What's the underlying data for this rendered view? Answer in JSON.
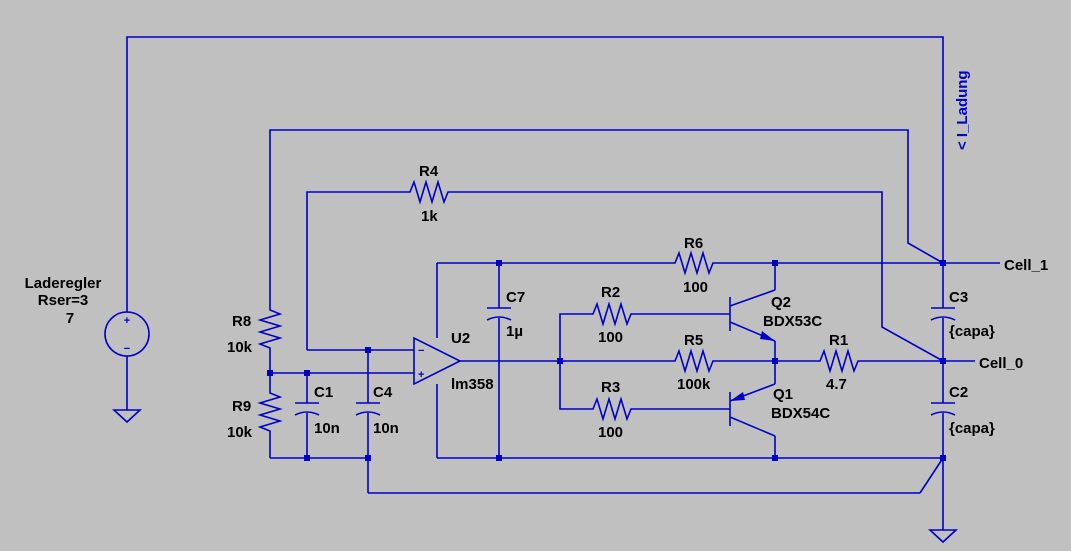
{
  "components": {
    "source": {
      "name": "Laderegler",
      "param": "Rser=3",
      "value": "7"
    },
    "R1": {
      "ref": "R1",
      "value": "4.7"
    },
    "R2": {
      "ref": "R2",
      "value": "100"
    },
    "R3": {
      "ref": "R3",
      "value": "100"
    },
    "R4": {
      "ref": "R4",
      "value": "1k"
    },
    "R5": {
      "ref": "R5",
      "value": "100k"
    },
    "R6": {
      "ref": "R6",
      "value": "100"
    },
    "R8": {
      "ref": "R8",
      "value": "10k"
    },
    "R9": {
      "ref": "R9",
      "value": "10k"
    },
    "C1": {
      "ref": "C1",
      "value": "10n"
    },
    "C2": {
      "ref": "C2",
      "value": "{capa}"
    },
    "C3": {
      "ref": "C3",
      "value": "{capa}"
    },
    "C4": {
      "ref": "C4",
      "value": "10n"
    },
    "C7": {
      "ref": "C7",
      "value": "1µ"
    },
    "Q1": {
      "ref": "Q1",
      "value": "BDX54C"
    },
    "Q2": {
      "ref": "Q2",
      "value": "BDX53C"
    },
    "U2": {
      "ref": "U2",
      "value": "lm358"
    }
  },
  "nets": {
    "cell1": "Cell_1",
    "cell0": "Cell_0"
  },
  "probe": "< I_Ladung",
  "colors": {
    "background": "#c0c0c0",
    "wire": "#0000c8",
    "text": "#000000"
  }
}
